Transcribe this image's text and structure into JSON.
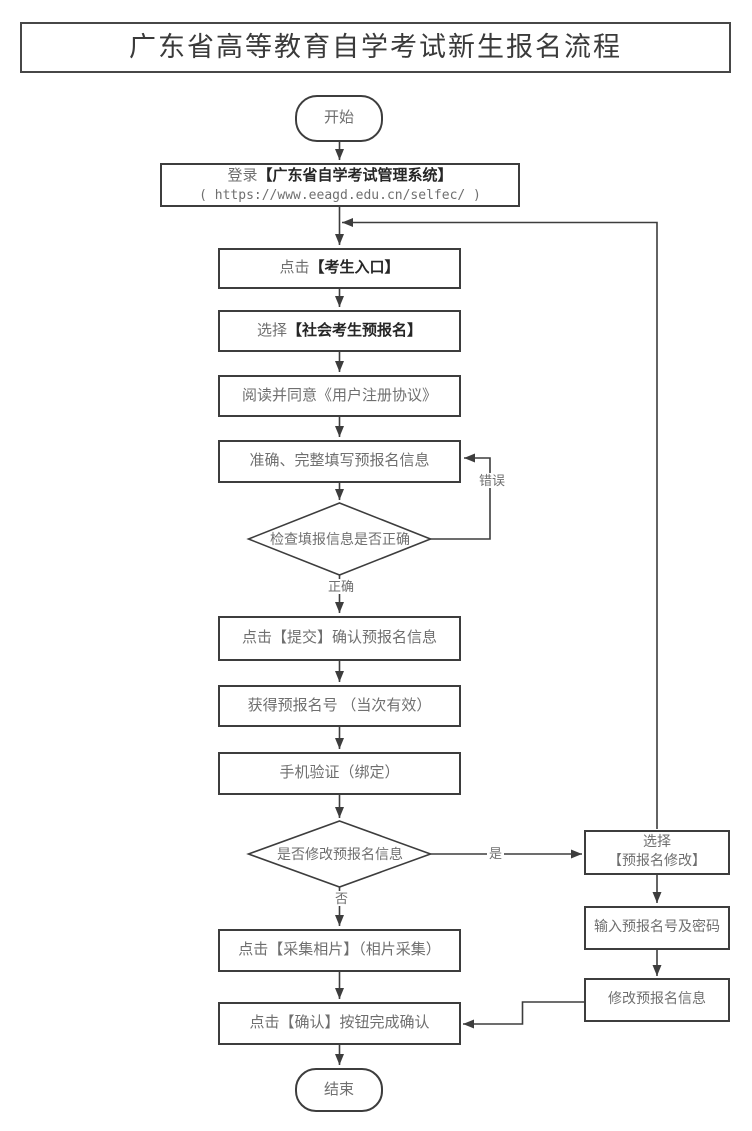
{
  "title": "广东省高等教育自学考试新生报名流程",
  "flow": {
    "start": "开始",
    "end": "结束",
    "login": {
      "pre": "登录",
      "strong": "【广东省自学考试管理系统】",
      "url": "( https://www.eeagd.edu.cn/selfec/ )"
    },
    "candidate_entry": {
      "pre": "点击",
      "strong": "【考生入口】"
    },
    "society_preregister": {
      "pre": "选择",
      "strong": "【社会考生预报名】"
    },
    "agreement": "阅读并同意《用户注册协议》",
    "fill_info": "准确、完整填写预报名信息",
    "decision_check": "检查填报信息是否正确",
    "submit": "点击【提交】确认预报名信息",
    "get_number": "获得预报名号 （当次有效）",
    "phone_verify": "手机验证（绑定）",
    "decision_modify": "是否修改预报名信息",
    "photo": "点击【采集相片】（相片采集）",
    "confirm": "点击【确认】按钮完成确认",
    "modify_select": {
      "line1": "选择",
      "line2": "【预报名修改】"
    },
    "modify_input": "输入预报名号及密码",
    "modify_info": "修改预报名信息",
    "labels": {
      "error": "错误",
      "correct": "正确",
      "yes": "是",
      "no": "否"
    }
  },
  "colors": {
    "line": "#3d3d3d",
    "text": "#6f6f6f",
    "strong_text": "#262626",
    "background": "#ffffff"
  }
}
